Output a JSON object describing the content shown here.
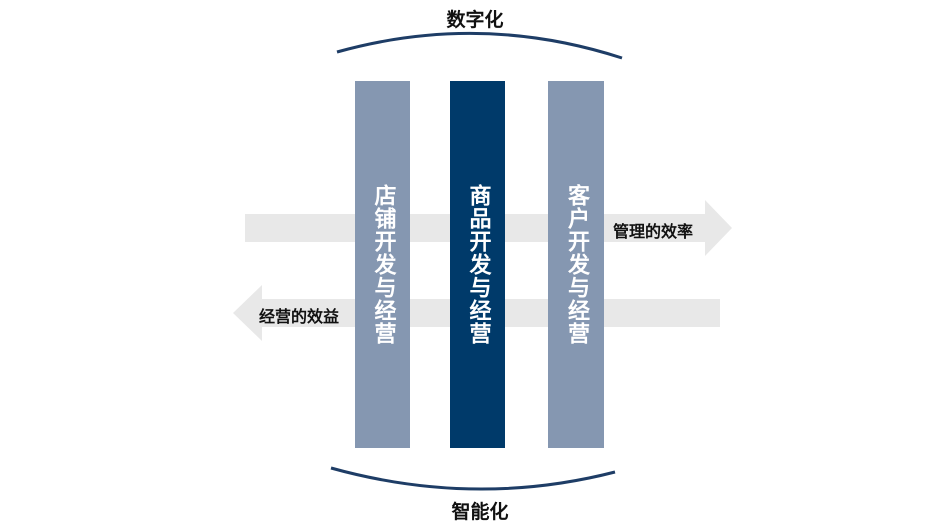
{
  "labels": {
    "top": "数字化",
    "bottom": "智能化",
    "right_arrow": "管理的效率",
    "left_arrow": "经营的效益"
  },
  "pillars": [
    {
      "text": "店铺开发与经营",
      "color": "#8597b1"
    },
    {
      "text": "商品开发与经营",
      "color": "#003a6a"
    },
    {
      "text": "客户开发与经营",
      "color": "#8597b1"
    }
  ],
  "colors": {
    "arc": "#1e3d66",
    "arrow": "#e8e8e8"
  }
}
